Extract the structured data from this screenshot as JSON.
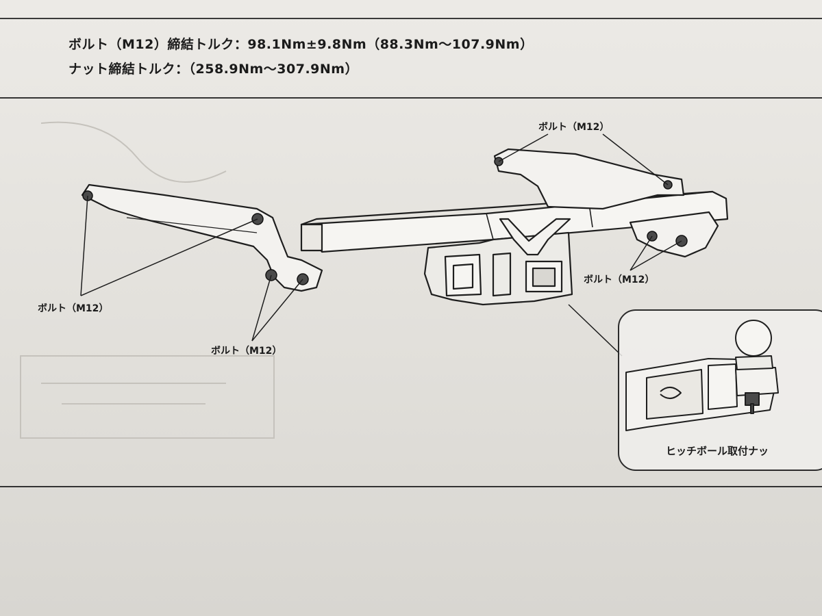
{
  "spec": {
    "bolt_torque": "ボルト（M12）締結トルク：98.1Nm±9.8Nm（88.3Nm～107.9Nm）",
    "nut_torque": "ナット締結トルク：（258.9Nm～307.9Nm）"
  },
  "callouts": {
    "bolt_top": "ボルト（M12）",
    "bolt_right": "ボルト（M12）",
    "bolt_left": "ボルト（M12）",
    "bolt_center": "ボルト（M12）",
    "hitch_nut": "ヒッチボール取付ナッ"
  }
}
